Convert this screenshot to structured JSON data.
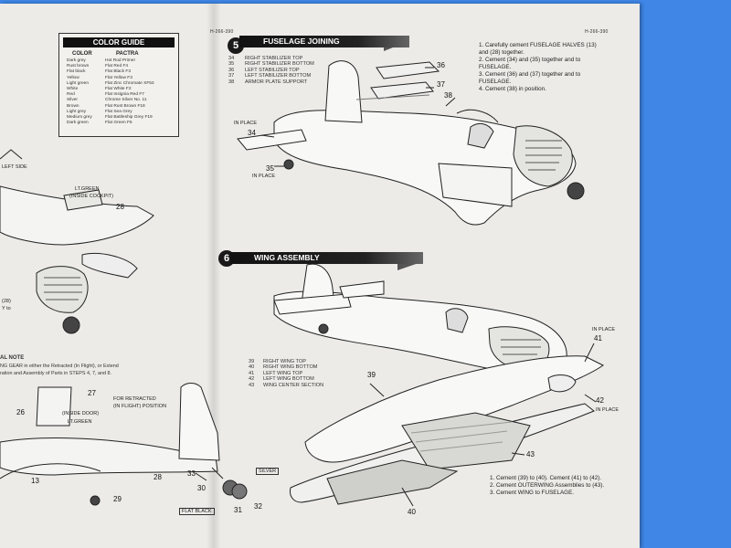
{
  "color_guide": {
    "title": "COLOR GUIDE",
    "col_color": "COLOR",
    "col_pactra": "PACTRA",
    "colors": [
      "Dark grey",
      "Rust brown",
      "Flat black",
      "Yellow",
      "Light green",
      "White",
      "Red",
      "Silver",
      "Brown",
      "Light grey",
      "Medium grey",
      "Dark green"
    ],
    "pactra": [
      "Hot Rod Primer",
      "Flat Red F4",
      "Flat Black F3",
      "Flat Yellow F3",
      "Flat Zinc Chromate XF53",
      "Flat White F2",
      "Flat Insignia Red F7",
      "Chrome Silver No. 11",
      "Flat Rust Brown F18",
      "Flat Sea Grey",
      "Flat Battleship Grey F19",
      "Flat Green F5"
    ]
  },
  "doc_code_left": "H-266-390",
  "doc_code_right": "H-266-390",
  "step5": {
    "number": "5",
    "title": "FUSELAGE JOINING",
    "legend": [
      "RIGHT STABILIZER TOP",
      "RIGHT STABILIZER BOTTOM",
      "LEFT STABILIZER TOP",
      "LEFT STABILIZER BOTTOM",
      "ARMOR PLATE SUPPORT"
    ],
    "legend_nums": [
      "34",
      "35",
      "36",
      "37",
      "38"
    ],
    "instructions": [
      "1.   Carefully cement FUSELAGE HALVES (13)",
      "      and (28) together.",
      "2.   Cement (34) and (35) together and to",
      "      FUSELAGE.",
      "3.   Cement (36) and (37) together and to",
      "      FUSELAGE.",
      "4.   Cement (38) in position."
    ],
    "callouts": {
      "n34": "34",
      "n35": "35",
      "n36": "36",
      "n37": "37",
      "n38": "38",
      "in_place_a": "IN PLACE",
      "in_place_b": "IN PLACE"
    }
  },
  "step6": {
    "number": "6",
    "title": "WING ASSEMBLY",
    "legend": [
      "RIGHT WING TOP",
      "RIGHT WING BOTTOM",
      "LEFT WING TOP",
      "LEFT WING BOTTOM",
      "WING CENTER SECTION"
    ],
    "legend_nums": [
      "39",
      "40",
      "41",
      "42",
      "43"
    ],
    "instructions": [
      "1.   Cement (39) to (40). Cement (41) to (42).",
      "2.   Cement OUTERWING Assemblies to (43).",
      "3.   Cement WING to FUSELAGE."
    ],
    "callouts": {
      "n39": "39",
      "n40": "40",
      "n41": "41",
      "n42": "42",
      "n43": "43",
      "in_place_a": "IN PLACE",
      "in_place_b": "IN PLACE"
    }
  },
  "left_panel": {
    "lt_green_label": "LT.GREEN",
    "inside_cockpit": "(INSIDE COCKPIT)",
    "left_side": "LEFT SIDE",
    "n28": "28",
    "partial_28": "(28)",
    "partial_y": "Y   to",
    "note_title": "AL NOTE",
    "note_lines": [
      "NG GEAR in either the Retracted (In Flight), or Extend",
      "ration and Assembly of Parts in STEPS 4, 7, and 8."
    ],
    "inside_door": "(INSIDE DOOR)",
    "lt_green_2": "LT.GREEN",
    "for_retracted": "FOR RETRACTED",
    "in_flight": "(IN FLIGHT) POSITION",
    "silver": "SILVER",
    "flat_black": "FLAT BLACK",
    "nums": {
      "n27": "27",
      "n26": "26",
      "n13": "13",
      "n28b": "28",
      "n29": "29",
      "n30": "30",
      "n31": "31",
      "n32": "32",
      "n33": "33"
    }
  }
}
